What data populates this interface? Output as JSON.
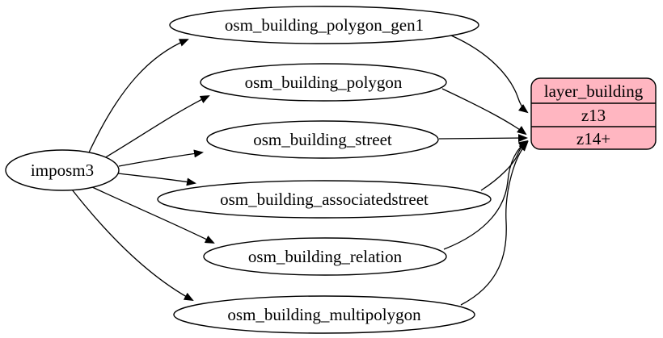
{
  "diagram": {
    "type": "graphviz-digraph",
    "background_color": "#ffffff",
    "edge_color": "#000000",
    "text_color": "#000000",
    "nodes": {
      "source": {
        "label": "imposm3",
        "shape": "ellipse",
        "fill": "#ffffff"
      },
      "tables": [
        {
          "label": "osm_building_polygon_gen1"
        },
        {
          "label": "osm_building_polygon"
        },
        {
          "label": "osm_building_street"
        },
        {
          "label": "osm_building_associatedstreet"
        },
        {
          "label": "osm_building_relation"
        },
        {
          "label": "osm_building_multipolygon"
        }
      ],
      "layer": {
        "title": "layer_building",
        "rows": [
          {
            "label": "z13"
          },
          {
            "label": "z14+"
          }
        ],
        "shape": "rounded-record",
        "fill": "#ffb6c1"
      }
    },
    "edges": [
      {
        "from": "imposm3",
        "to": "osm_building_polygon_gen1"
      },
      {
        "from": "imposm3",
        "to": "osm_building_polygon"
      },
      {
        "from": "imposm3",
        "to": "osm_building_street"
      },
      {
        "from": "imposm3",
        "to": "osm_building_associatedstreet"
      },
      {
        "from": "imposm3",
        "to": "osm_building_relation"
      },
      {
        "from": "imposm3",
        "to": "osm_building_multipolygon"
      },
      {
        "from": "osm_building_polygon_gen1",
        "to": "layer_building",
        "to_row": "z13"
      },
      {
        "from": "osm_building_polygon",
        "to": "layer_building",
        "to_row": "z14+"
      },
      {
        "from": "osm_building_street",
        "to": "layer_building",
        "to_row": "z14+"
      },
      {
        "from": "osm_building_associatedstreet",
        "to": "layer_building",
        "to_row": "z14+"
      },
      {
        "from": "osm_building_relation",
        "to": "layer_building",
        "to_row": "z14+"
      },
      {
        "from": "osm_building_multipolygon",
        "to": "layer_building",
        "to_row": "z14+"
      }
    ]
  }
}
